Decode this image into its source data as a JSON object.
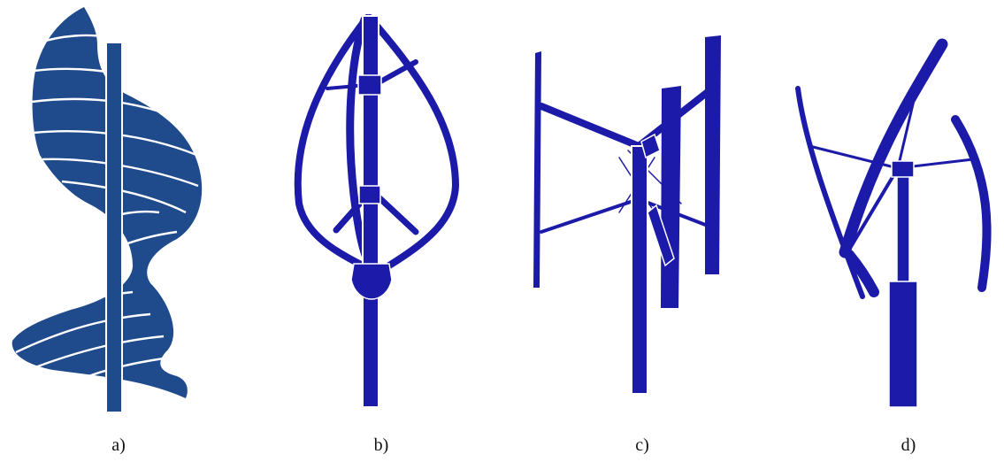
{
  "colors": {
    "turbine": "#1c1aa8",
    "turbine_alt": "#1f4a8c",
    "background": "#ffffff",
    "highlight": "#ffffff"
  },
  "panels": [
    {
      "label": "a)",
      "icon": "helical-savonius-turbine-icon"
    },
    {
      "label": "b)",
      "icon": "darrieus-eggbeater-turbine-icon"
    },
    {
      "label": "c)",
      "icon": "h-type-giromill-turbine-icon"
    },
    {
      "label": "d)",
      "icon": "curved-blade-helical-turbine-icon"
    }
  ]
}
